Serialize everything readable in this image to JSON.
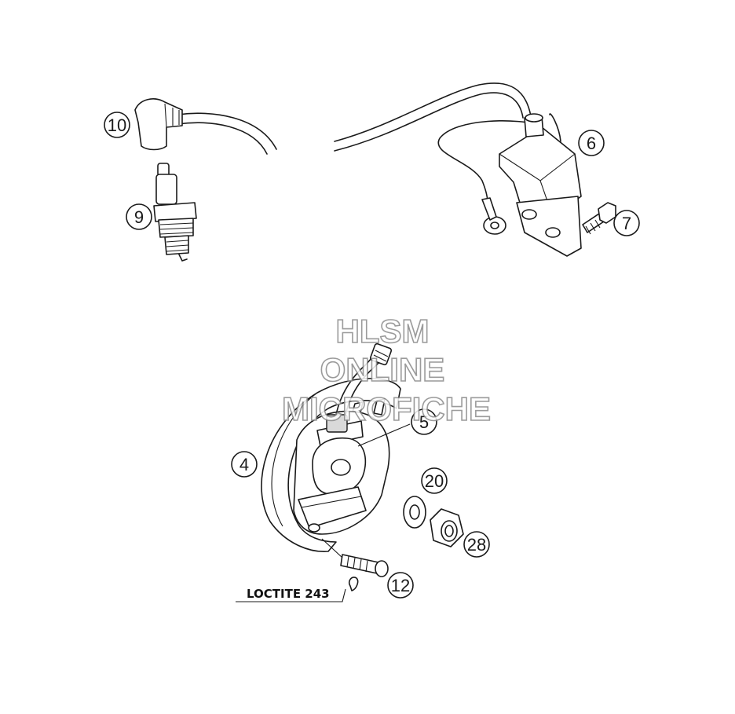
{
  "callouts": {
    "c10": "10",
    "c9": "9",
    "c6": "6",
    "c7": "7",
    "c5": "5",
    "c4": "4",
    "c20": "20",
    "c28": "28",
    "c12": "12"
  },
  "note": "LOCTITE 243",
  "watermark": {
    "line1": "HLSM",
    "line2": "ONLINE",
    "line3": "MICROFICHE"
  }
}
